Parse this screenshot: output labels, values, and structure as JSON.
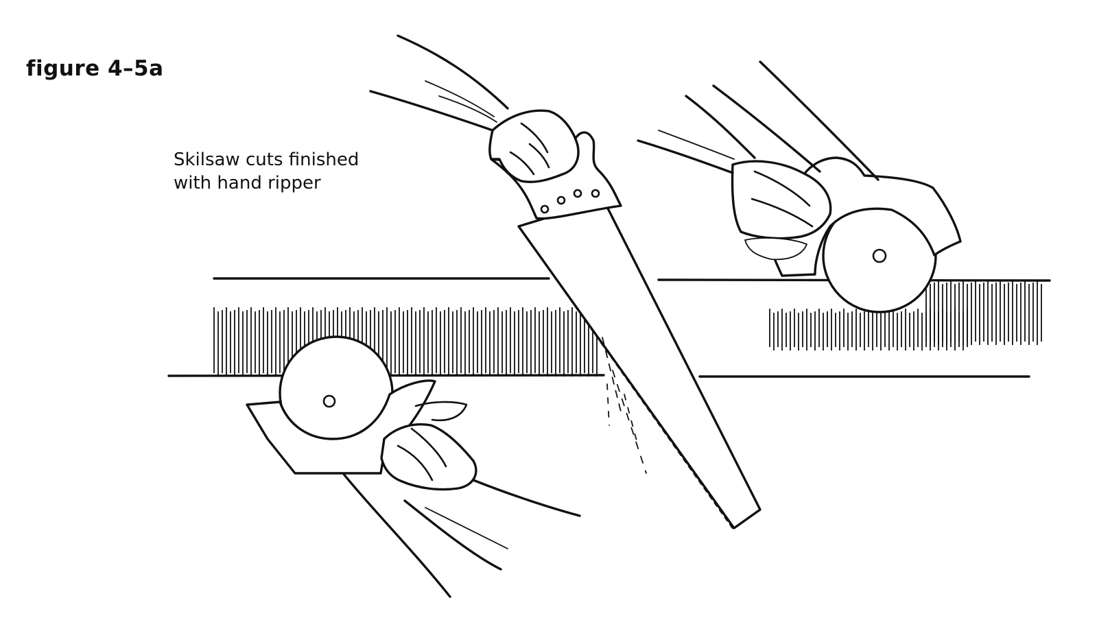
{
  "figure": {
    "label": "figure 4–5a",
    "caption_lines": [
      "Skilsaw cuts finished",
      "with hand ripper"
    ]
  },
  "illustration": {
    "elements": [
      "upper-board",
      "lower-board",
      "left-circular-saw",
      "right-circular-saw",
      "hand-saw",
      "hands"
    ],
    "ink_color": "#111111",
    "paper_color": "#ffffff"
  }
}
